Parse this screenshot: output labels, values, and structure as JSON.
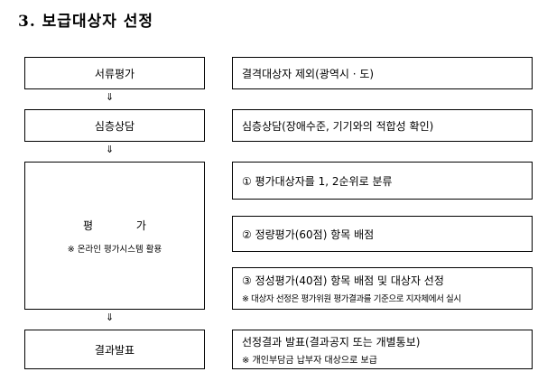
{
  "title": "3. 보급대상자 선정",
  "arrow": "⇓",
  "steps": [
    {
      "label": "서류평가",
      "detail": "결격대상자 제외(광역시 · 도)"
    },
    {
      "label": "심층상담",
      "detail": "심층상담(장애수준, 기기와의 적합성 확인)"
    },
    {
      "label": "평 가",
      "note": "※ 온라인 평가시스템 활용",
      "details": [
        {
          "text": "① 평가대상자를 1, 2순위로 분류"
        },
        {
          "text": "② 정량평가(60점) 항목 배점"
        },
        {
          "text": "③ 정성평가(40점) 항목 배점 및 대상자 선정",
          "note": "※ 대상자 선정은 평가위원 평가결과를 기준으로 지자체에서 실시"
        }
      ]
    },
    {
      "label": "결과발표",
      "detail": "선정결과 발표(결과공지 또는 개별통보)",
      "note": "※ 개인부담금 납부자 대상으로 보급"
    }
  ]
}
